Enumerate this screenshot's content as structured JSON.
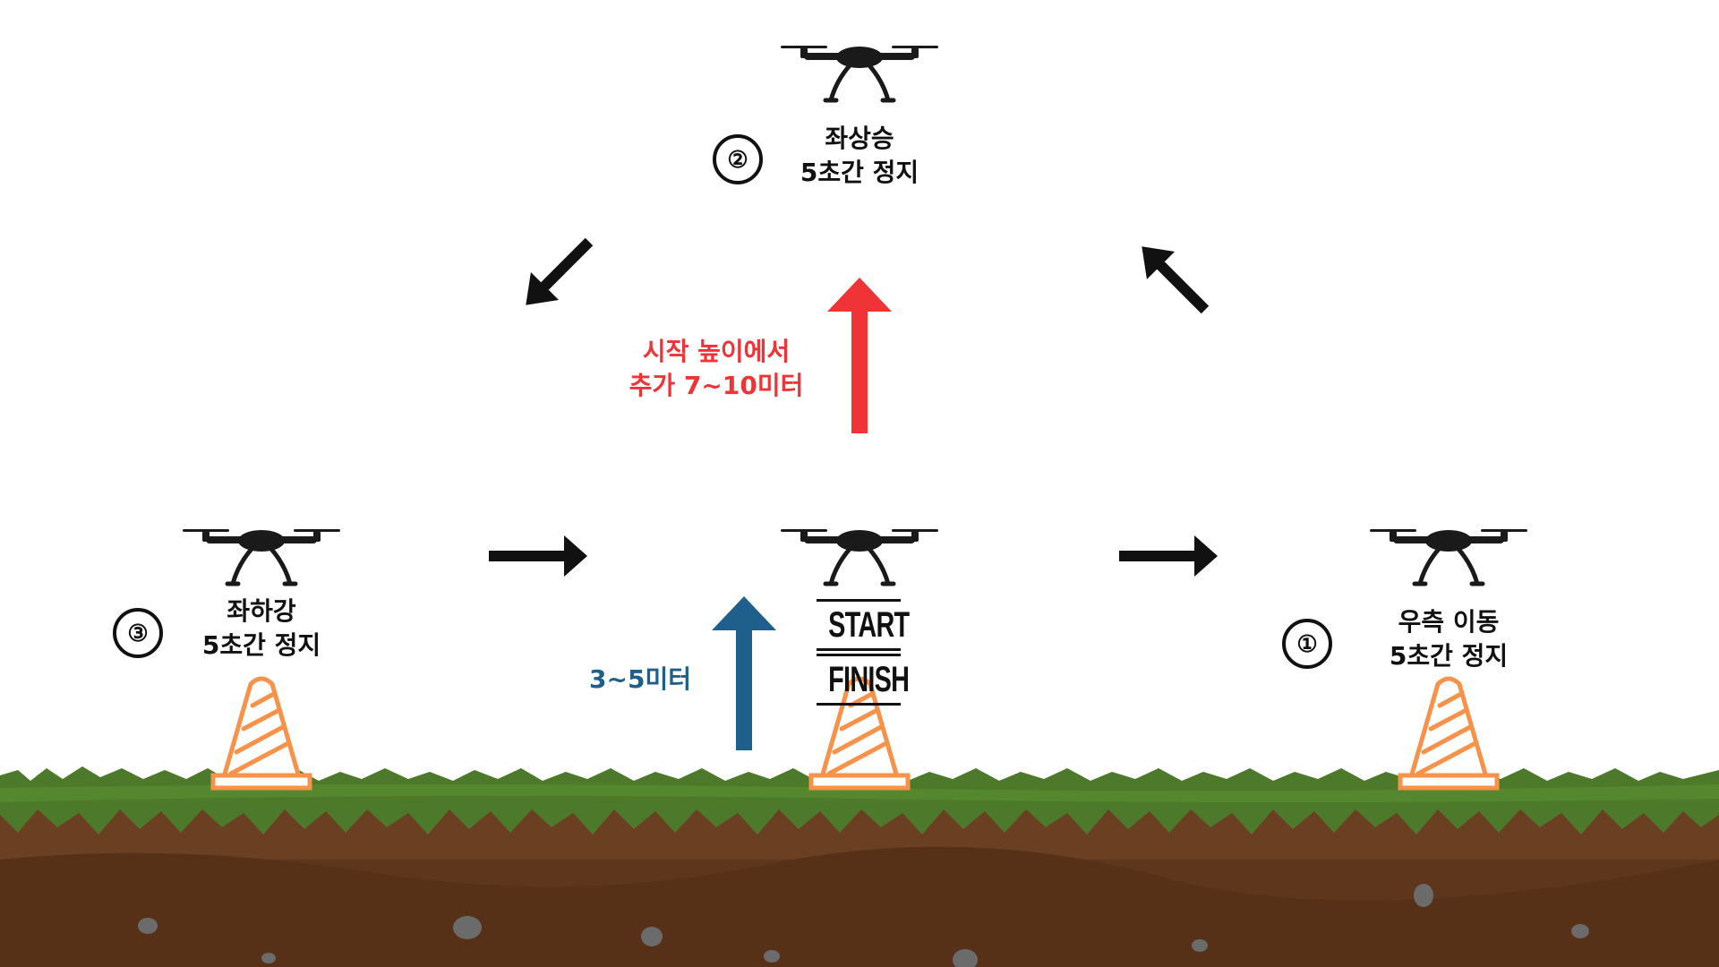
{
  "steps": [
    {
      "number": "①",
      "lines": [
        "우측 이동",
        "5초간 정지"
      ]
    },
    {
      "number": "②",
      "lines": [
        "좌상승",
        "5초간 정지"
      ]
    },
    {
      "number": "③",
      "lines": [
        "좌하강",
        "5초간 정지"
      ]
    }
  ],
  "notes": {
    "extra_height": [
      "시작 높이에서",
      "추가 7~10미터"
    ],
    "start_height": "3~5미터"
  },
  "start_finish": {
    "start": "START",
    "finish": "FINISH"
  },
  "colors": {
    "arrow_black": "#111111",
    "arrow_red": "#f03336",
    "arrow_blue": "#1f5f8b",
    "cone": "#f7924a",
    "grass": "#4c7a2a",
    "soil": "#6b3f22",
    "drone": "#1a1a1a"
  },
  "icons": [
    "drone-icon",
    "traffic-cone-icon"
  ]
}
